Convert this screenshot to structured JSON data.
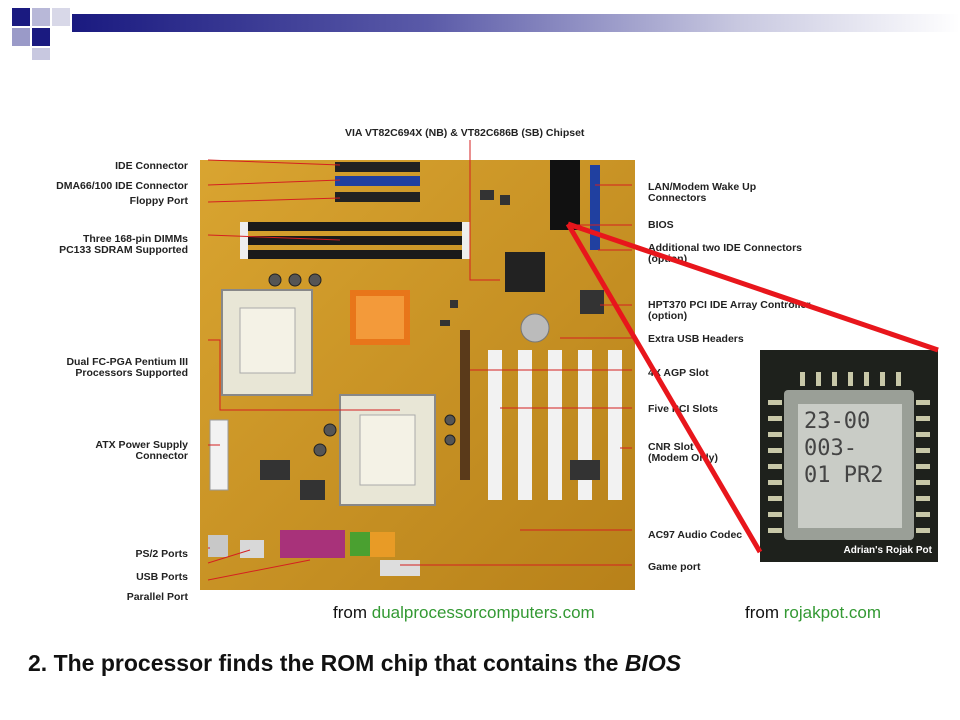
{
  "labels_left": [
    {
      "id": "ide-connector",
      "text": "IDE Connector"
    },
    {
      "id": "dma-ide-connector",
      "text": "DMA66/100 IDE Connector"
    },
    {
      "id": "floppy-port",
      "text": "Floppy Port"
    },
    {
      "id": "dimms",
      "text": "Three 168-pin DIMMs\nPC133 SDRAM Supported"
    },
    {
      "id": "dual-fcpga",
      "text": "Dual FC-PGA Pentium III\nProcessors Supported"
    },
    {
      "id": "atx-power",
      "text": "ATX Power Supply\nConnector"
    },
    {
      "id": "ps2-ports",
      "text": "PS/2 Ports"
    },
    {
      "id": "usb-ports",
      "text": "USB Ports"
    },
    {
      "id": "parallel-port",
      "text": "Parallel Port"
    }
  ],
  "label_top": "VIA VT82C694X (NB) & VT82C686B (SB) Chipset",
  "labels_right": [
    {
      "id": "lan-modem",
      "text": "LAN/Modem Wake Up\nConnectors"
    },
    {
      "id": "bios",
      "text": "BIOS"
    },
    {
      "id": "additional-ide",
      "text": "Additional two IDE Connectors\n(option)"
    },
    {
      "id": "hpt370",
      "text": "HPT370 PCI IDE Array Controller\n(option)"
    },
    {
      "id": "extra-usb",
      "text": "Extra USB Headers"
    },
    {
      "id": "agp",
      "text": "4X AGP Slot"
    },
    {
      "id": "pci",
      "text": "Five PCI Slots"
    },
    {
      "id": "cnr",
      "text": "CNR Slot\n(Modem Only)"
    },
    {
      "id": "ac97",
      "text": "AC97 Audio Codec"
    },
    {
      "id": "game-port",
      "text": "Game port"
    }
  ],
  "inset": {
    "chip_text": "23-00\n003-\n01 PR2",
    "watermark": "Adrian's Rojak Pot"
  },
  "credits": [
    {
      "prefix": "from ",
      "source": "dualprocessorcomputers.com"
    },
    {
      "prefix": "from ",
      "source": "rojakpot.com"
    }
  ],
  "caption": {
    "main": "2. The processor finds the ROM chip that contains the ",
    "emph": "BIOS"
  },
  "colors": {
    "accent_red": "#e8161c",
    "header_navy": "#1a1a80",
    "credit_green": "#339933",
    "board_gold": "#d9a12a"
  }
}
